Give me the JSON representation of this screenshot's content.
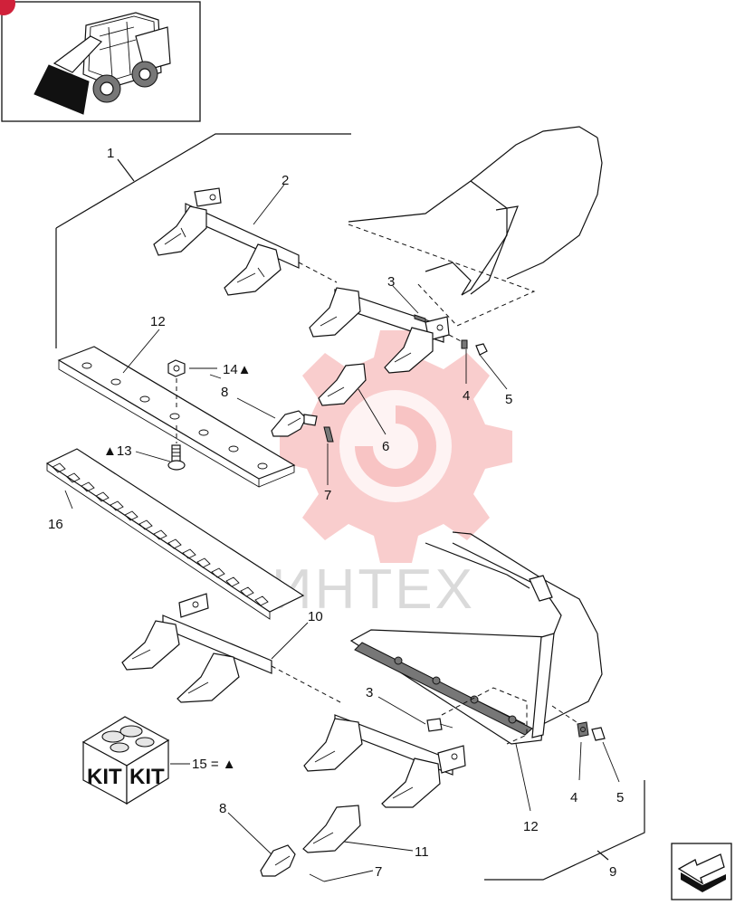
{
  "callouts": {
    "c1": "1",
    "c2": "2",
    "c3_top": "3",
    "c4_top": "4",
    "c5_top": "5",
    "c6": "6",
    "c7_top": "7",
    "c8_top": "8",
    "c9": "9",
    "c10": "10",
    "c11": "11",
    "c12_top": "12",
    "c12_bottom": "12",
    "c13": "▲13",
    "c14": "14▲",
    "c15": "15 = ▲",
    "c16": "16",
    "c3_bottom": "3",
    "c4_bottom": "4",
    "c5_bottom": "5",
    "c7_bottom": "7",
    "c8_bottom": "8"
  },
  "kit_box": {
    "label_left": "KIT",
    "label_right": "KIT"
  },
  "watermark": {
    "text": "ИНТЕХ",
    "color": "#e84a4a"
  },
  "colors": {
    "line": "#111111",
    "background": "#ffffff",
    "badge": "#d0213a"
  },
  "icons": {
    "thumbnail": "skid-steer-loader-icon",
    "nav": "back-arrow-icon"
  }
}
